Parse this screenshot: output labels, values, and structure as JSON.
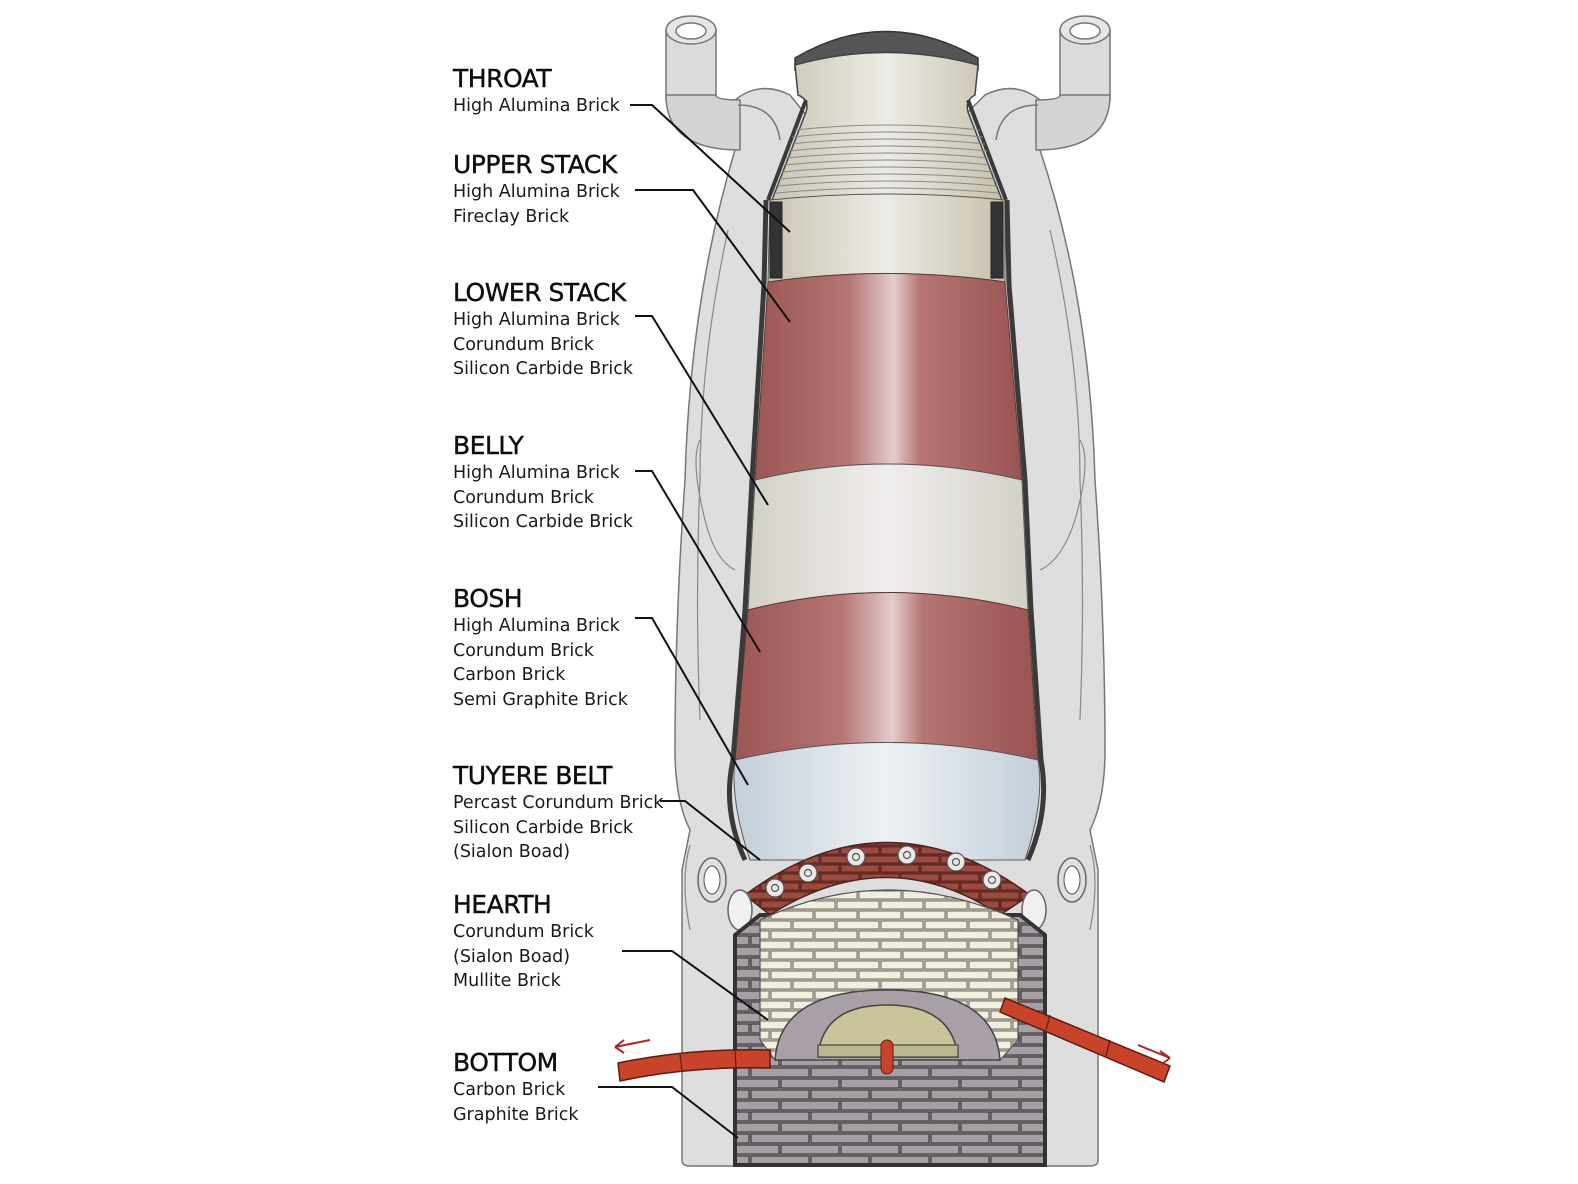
{
  "diagram": {
    "subject": "Blast furnace refractory lining cross-section",
    "colors": {
      "shell": "#dcdcdc",
      "shell_stroke": "#6b6b6b",
      "lining_dark": "#4a4a4a",
      "high_alumina_red": "#a8625f",
      "cream": "#dedcd2",
      "throat_beige": "#d9d4c4",
      "tuyere_blue": "#cfd8e0",
      "tuyere_brick": "#8e3f34",
      "hearth_cream_brick": "#f2eedd",
      "carbon_brick": "#9a9198",
      "taphole_orange": "#c8432a",
      "salamander_olive": "#c9c49a",
      "leader_line": "#111111",
      "arrow_red": "#a82a22"
    }
  },
  "sections": [
    {
      "title": "THROAT",
      "materials": [
        "High Alumina Brick"
      ]
    },
    {
      "title": "UPPER STACK",
      "materials": [
        "High Alumina Brick",
        "Fireclay Brick"
      ]
    },
    {
      "title": "LOWER STACK",
      "materials": [
        "High Alumina Brick",
        "Corundum Brick",
        "Silicon Carbide Brick"
      ]
    },
    {
      "title": "BELLY",
      "materials": [
        "High Alumina Brick",
        "Corundum Brick",
        "Silicon Carbide Brick"
      ]
    },
    {
      "title": "BOSH",
      "materials": [
        "High Alumina Brick",
        "Corundum Brick",
        "Carbon Brick",
        "Semi Graphite Brick"
      ]
    },
    {
      "title": "TUYERE BELT",
      "materials": [
        "Percast Corundum Brick",
        "Silicon Carbide Brick",
        "(Sialon Boad)"
      ]
    },
    {
      "title": "HEARTH",
      "materials": [
        "Corundum Brick",
        "(Sialon Boad)",
        "Mullite Brick"
      ]
    },
    {
      "title": "BOTTOM",
      "materials": [
        "Carbon Brick",
        "Graphite Brick"
      ]
    }
  ]
}
